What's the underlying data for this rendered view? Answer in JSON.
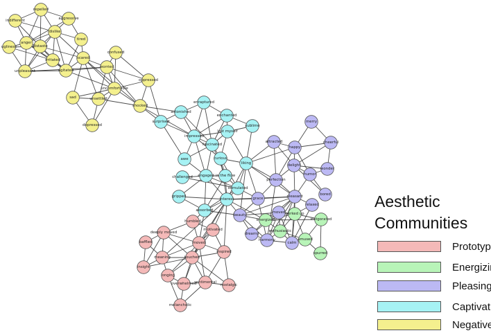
{
  "legend": {
    "title_line1": "Aesthetic",
    "title_line2": "Communities",
    "items": [
      {
        "label": "Prototypical",
        "color": "#f4b9b8"
      },
      {
        "label": "Energizing",
        "color": "#b8f4b8"
      },
      {
        "label": "Pleasing",
        "color": "#bcb9f4"
      },
      {
        "label": "Captivation",
        "color": "#a6f2f4"
      },
      {
        "label": "Negative",
        "color": "#f4f08e"
      }
    ]
  },
  "colors": {
    "Prototypical": "#f4b9b8",
    "Energizing": "#b8f4b8",
    "Pleasing": "#bcb9f4",
    "Captivation": "#a6f2f4",
    "Negative": "#f4f08e",
    "edge": "#2b2b2b"
  },
  "nodes": [
    {
      "id": "repelled",
      "label": "repelled",
      "community": "Negative"
    },
    {
      "id": "aggressive",
      "label": "aggressive",
      "community": "Negative"
    },
    {
      "id": "indifferent",
      "label": "indifferent",
      "community": "Negative"
    },
    {
      "id": "dislike",
      "label": "dislike",
      "community": "Negative"
    },
    {
      "id": "tired",
      "label": "tired",
      "community": "Negative"
    },
    {
      "id": "ugliness",
      "label": "ugliness",
      "community": "Negative"
    },
    {
      "id": "anger",
      "label": "anger",
      "community": "Negative"
    },
    {
      "id": "distaste",
      "label": "distaste",
      "community": "Negative"
    },
    {
      "id": "irritated",
      "label": "irritated",
      "community": "Negative"
    },
    {
      "id": "scared",
      "label": "scared",
      "community": "Negative"
    },
    {
      "id": "unpleasant",
      "label": "unpleasant",
      "community": "Negative"
    },
    {
      "id": "agitated",
      "label": "agitated",
      "community": "Negative"
    },
    {
      "id": "confused",
      "label": "confused",
      "community": "Negative"
    },
    {
      "id": "worried",
      "label": "worried",
      "community": "Negative"
    },
    {
      "id": "oppressed",
      "label": "oppressed",
      "community": "Negative"
    },
    {
      "id": "uncomfortable",
      "label": "uncomfortable",
      "community": "Negative"
    },
    {
      "id": "sad",
      "label": "sad",
      "community": "Negative"
    },
    {
      "id": "unsettled",
      "label": "unsettled",
      "community": "Negative"
    },
    {
      "id": "shocked",
      "label": "shocked",
      "community": "Negative"
    },
    {
      "id": "depressed",
      "label": "depressed",
      "community": "Negative"
    },
    {
      "id": "enraptured",
      "label": "enraptured",
      "community": "Captivation"
    },
    {
      "id": "astonished",
      "label": "astonished",
      "community": "Captivation"
    },
    {
      "id": "enchanted",
      "label": "enchanted",
      "community": "Captivation"
    },
    {
      "id": "surprised",
      "label": "surprised",
      "community": "Captivation"
    },
    {
      "id": "lost_myself",
      "label": "lost myself",
      "community": "Captivation"
    },
    {
      "id": "sublime",
      "label": "sublime",
      "community": "Captivation"
    },
    {
      "id": "impressed",
      "label": "impressed",
      "community": "Captivation"
    },
    {
      "id": "fascinated",
      "label": "fascinated",
      "community": "Captivation"
    },
    {
      "id": "awe",
      "label": "awe",
      "community": "Captivation"
    },
    {
      "id": "curious",
      "label": "curious",
      "community": "Captivation"
    },
    {
      "id": "liking",
      "label": "liking",
      "community": "Captivation"
    },
    {
      "id": "challenged",
      "label": "challenged",
      "community": "Captivation"
    },
    {
      "id": "engaged",
      "label": "engaged",
      "community": "Captivation"
    },
    {
      "id": "in_the_flow",
      "label": "in the flow",
      "community": "Captivation"
    },
    {
      "id": "stimulated",
      "label": "stimulated",
      "community": "Captivation"
    },
    {
      "id": "gripped",
      "label": "gripped",
      "community": "Captivation"
    },
    {
      "id": "absorbed",
      "label": "absorbed",
      "community": "Captivation"
    },
    {
      "id": "interest",
      "label": "interest",
      "community": "Captivation"
    },
    {
      "id": "merry",
      "label": "merry",
      "community": "Pleasing"
    },
    {
      "id": "attracted",
      "label": "attracted",
      "community": "Pleasing"
    },
    {
      "id": "cheerful",
      "label": "cheerful",
      "community": "Pleasing"
    },
    {
      "id": "happy",
      "label": "happy",
      "community": "Pleasing"
    },
    {
      "id": "delight",
      "label": "delight",
      "community": "Pleasing"
    },
    {
      "id": "wonder",
      "label": "wonder",
      "community": "Pleasing"
    },
    {
      "id": "humor",
      "label": "humor",
      "community": "Pleasing"
    },
    {
      "id": "perfection",
      "label": "perfection",
      "community": "Pleasing"
    },
    {
      "id": "bored",
      "label": "bored",
      "community": "Pleasing"
    },
    {
      "id": "pleasant",
      "label": "pleasant",
      "community": "Pleasing"
    },
    {
      "id": "grace",
      "label": "grace",
      "community": "Pleasing"
    },
    {
      "id": "relaxed",
      "label": "relaxed",
      "community": "Pleasing"
    },
    {
      "id": "beauty",
      "label": "beauty",
      "community": "Pleasing"
    },
    {
      "id": "moved2",
      "label": "moved",
      "community": "Pleasing"
    },
    {
      "id": "dreamy",
      "label": "dreamy",
      "community": "Pleasing"
    },
    {
      "id": "harmony",
      "label": "harmony",
      "community": "Pleasing"
    },
    {
      "id": "calm",
      "label": "calm",
      "community": "Pleasing"
    },
    {
      "id": "energized",
      "label": "energized",
      "community": "Energizing"
    },
    {
      "id": "perked_up",
      "label": "perked up",
      "community": "Energizing"
    },
    {
      "id": "invigorated",
      "label": "invigorated",
      "community": "Energizing"
    },
    {
      "id": "enthusiastic",
      "label": "enthusiastic",
      "community": "Energizing"
    },
    {
      "id": "amused",
      "label": "amused",
      "community": "Energizing"
    },
    {
      "id": "spurred",
      "label": "spurred",
      "community": "Energizing"
    },
    {
      "id": "humbled",
      "label": "humbled",
      "community": "Prototypical"
    },
    {
      "id": "deeply_moved",
      "label": "deeply moved",
      "community": "Prototypical"
    },
    {
      "id": "motivated",
      "label": "motivated",
      "community": "Prototypical"
    },
    {
      "id": "baffled",
      "label": "baffled",
      "community": "Prototypical"
    },
    {
      "id": "moved",
      "label": "moved",
      "community": "Prototypical"
    },
    {
      "id": "meaning",
      "label": "meaning",
      "community": "Prototypical"
    },
    {
      "id": "inspired",
      "label": "inspired",
      "community": "Prototypical"
    },
    {
      "id": "insight",
      "label": "insight",
      "community": "Prototypical"
    },
    {
      "id": "touched",
      "label": "touched",
      "community": "Prototypical"
    },
    {
      "id": "longing",
      "label": "longing",
      "community": "Prototypical"
    },
    {
      "id": "overwhelmed",
      "label": "overwhelmed",
      "community": "Prototypical"
    },
    {
      "id": "sentimental",
      "label": "sentimental",
      "community": "Prototypical"
    },
    {
      "id": "nostalgic",
      "label": "nostalgic",
      "community": "Prototypical"
    },
    {
      "id": "melancholic",
      "label": "melancholic",
      "community": "Prototypical"
    }
  ],
  "edges": [
    [
      "repelled",
      "aggressive"
    ],
    [
      "repelled",
      "indifferent"
    ],
    [
      "repelled",
      "dislike"
    ],
    [
      "repelled",
      "distaste"
    ],
    [
      "repelled",
      "anger"
    ],
    [
      "aggressive",
      "dislike"
    ],
    [
      "aggressive",
      "anger"
    ],
    [
      "aggressive",
      "tired"
    ],
    [
      "indifferent",
      "dislike"
    ],
    [
      "indifferent",
      "distaste"
    ],
    [
      "indifferent",
      "anger"
    ],
    [
      "dislike",
      "distaste"
    ],
    [
      "dislike",
      "tired"
    ],
    [
      "dislike",
      "irritated"
    ],
    [
      "dislike",
      "scared"
    ],
    [
      "dislike",
      "agitated"
    ],
    [
      "dislike",
      "anger"
    ],
    [
      "dislike",
      "unpleasant"
    ],
    [
      "tired",
      "agitated"
    ],
    [
      "tired",
      "scared"
    ],
    [
      "ugliness",
      "anger"
    ],
    [
      "ugliness",
      "distaste"
    ],
    [
      "ugliness",
      "unpleasant"
    ],
    [
      "ugliness",
      "irritated"
    ],
    [
      "anger",
      "distaste"
    ],
    [
      "anger",
      "irritated"
    ],
    [
      "anger",
      "agitated"
    ],
    [
      "anger",
      "unpleasant"
    ],
    [
      "distaste",
      "irritated"
    ],
    [
      "distaste",
      "agitated"
    ],
    [
      "distaste",
      "unpleasant"
    ],
    [
      "distaste",
      "scared"
    ],
    [
      "irritated",
      "agitated"
    ],
    [
      "irritated",
      "unpleasant"
    ],
    [
      "unpleasant",
      "agitated"
    ],
    [
      "unpleasant",
      "worried"
    ],
    [
      "scared",
      "agitated"
    ],
    [
      "scared",
      "worried"
    ],
    [
      "scared",
      "unsettled"
    ],
    [
      "scared",
      "uncomfortable"
    ],
    [
      "scared",
      "shocked"
    ],
    [
      "scared",
      "sad"
    ],
    [
      "agitated",
      "worried"
    ],
    [
      "agitated",
      "uncomfortable"
    ],
    [
      "worried",
      "confused"
    ],
    [
      "worried",
      "uncomfortable"
    ],
    [
      "worried",
      "oppressed"
    ],
    [
      "worried",
      "shocked"
    ],
    [
      "worried",
      "unsettled"
    ],
    [
      "confused",
      "oppressed"
    ],
    [
      "confused",
      "uncomfortable"
    ],
    [
      "oppressed",
      "uncomfortable"
    ],
    [
      "oppressed",
      "shocked"
    ],
    [
      "oppressed",
      "surprised"
    ],
    [
      "uncomfortable",
      "sad"
    ],
    [
      "uncomfortable",
      "unsettled"
    ],
    [
      "uncomfortable",
      "shocked"
    ],
    [
      "uncomfortable",
      "depressed"
    ],
    [
      "sad",
      "unsettled"
    ],
    [
      "sad",
      "depressed"
    ],
    [
      "unsettled",
      "shocked"
    ],
    [
      "unsettled",
      "depressed"
    ],
    [
      "shocked",
      "surprised"
    ],
    [
      "shocked",
      "astonished"
    ],
    [
      "shocked",
      "impressed"
    ],
    [
      "enraptured",
      "astonished"
    ],
    [
      "enraptured",
      "impressed"
    ],
    [
      "enraptured",
      "enchanted"
    ],
    [
      "enraptured",
      "fascinated"
    ],
    [
      "astonished",
      "surprised"
    ],
    [
      "astonished",
      "impressed"
    ],
    [
      "astonished",
      "fascinated"
    ],
    [
      "enchanted",
      "lost_myself"
    ],
    [
      "enchanted",
      "sublime"
    ],
    [
      "enchanted",
      "fascinated"
    ],
    [
      "enchanted",
      "impressed"
    ],
    [
      "surprised",
      "impressed"
    ],
    [
      "surprised",
      "awe"
    ],
    [
      "lost_myself",
      "sublime"
    ],
    [
      "lost_myself",
      "fascinated"
    ],
    [
      "lost_myself",
      "curious"
    ],
    [
      "lost_myself",
      "liking"
    ],
    [
      "lost_myself",
      "impressed"
    ],
    [
      "sublime",
      "liking"
    ],
    [
      "impressed",
      "fascinated"
    ],
    [
      "impressed",
      "awe"
    ],
    [
      "impressed",
      "engaged"
    ],
    [
      "impressed",
      "curious"
    ],
    [
      "fascinated",
      "curious"
    ],
    [
      "fascinated",
      "engaged"
    ],
    [
      "fascinated",
      "awe"
    ],
    [
      "fascinated",
      "in_the_flow"
    ],
    [
      "awe",
      "engaged"
    ],
    [
      "curious",
      "liking"
    ],
    [
      "curious",
      "in_the_flow"
    ],
    [
      "curious",
      "interest"
    ],
    [
      "curious",
      "stimulated"
    ],
    [
      "liking",
      "attracted"
    ],
    [
      "liking",
      "perfection"
    ],
    [
      "liking",
      "pleasant"
    ],
    [
      "liking",
      "interest"
    ],
    [
      "liking",
      "stimulated"
    ],
    [
      "liking",
      "happy"
    ],
    [
      "liking",
      "grace"
    ],
    [
      "liking",
      "beauty"
    ],
    [
      "challenged",
      "engaged"
    ],
    [
      "challenged",
      "stimulated"
    ],
    [
      "engaged",
      "in_the_flow"
    ],
    [
      "engaged",
      "stimulated"
    ],
    [
      "engaged",
      "interest"
    ],
    [
      "engaged",
      "absorbed"
    ],
    [
      "engaged",
      "gripped"
    ],
    [
      "in_the_flow",
      "stimulated"
    ],
    [
      "in_the_flow",
      "interest"
    ],
    [
      "in_the_flow",
      "absorbed"
    ],
    [
      "stimulated",
      "interest"
    ],
    [
      "stimulated",
      "absorbed"
    ],
    [
      "stimulated",
      "grace"
    ],
    [
      "gripped",
      "interest"
    ],
    [
      "gripped",
      "absorbed"
    ],
    [
      "absorbed",
      "interest"
    ],
    [
      "absorbed",
      "moved"
    ],
    [
      "absorbed",
      "humbled"
    ],
    [
      "absorbed",
      "beauty"
    ],
    [
      "interest",
      "grace"
    ],
    [
      "interest",
      "beauty"
    ],
    [
      "interest",
      "motivated"
    ],
    [
      "interest",
      "moved"
    ],
    [
      "interest",
      "inspired"
    ],
    [
      "interest",
      "touched"
    ],
    [
      "interest",
      "pleasant"
    ],
    [
      "interest",
      "energized"
    ],
    [
      "interest",
      "meaning"
    ],
    [
      "merry",
      "happy"
    ],
    [
      "merry",
      "cheerful"
    ],
    [
      "attracted",
      "happy"
    ],
    [
      "attracted",
      "delight"
    ],
    [
      "attracted",
      "perfection"
    ],
    [
      "cheerful",
      "happy"
    ],
    [
      "cheerful",
      "delight"
    ],
    [
      "cheerful",
      "wonder"
    ],
    [
      "happy",
      "delight"
    ],
    [
      "happy",
      "humor"
    ],
    [
      "happy",
      "perfection"
    ],
    [
      "delight",
      "humor"
    ],
    [
      "delight",
      "wonder"
    ],
    [
      "delight",
      "perfection"
    ],
    [
      "delight",
      "pleasant"
    ],
    [
      "delight",
      "bored"
    ],
    [
      "wonder",
      "humor"
    ],
    [
      "humor",
      "bored"
    ],
    [
      "humor",
      "pleasant"
    ],
    [
      "perfection",
      "pleasant"
    ],
    [
      "perfection",
      "grace"
    ],
    [
      "perfection",
      "harmony"
    ],
    [
      "pleasant",
      "grace"
    ],
    [
      "pleasant",
      "relaxed"
    ],
    [
      "pleasant",
      "moved2"
    ],
    [
      "pleasant",
      "perked_up"
    ],
    [
      "pleasant",
      "calm"
    ],
    [
      "pleasant",
      "harmony"
    ],
    [
      "pleasant",
      "beauty"
    ],
    [
      "pleasant",
      "energized"
    ],
    [
      "pleasant",
      "enthusiastic"
    ],
    [
      "relaxed",
      "perked_up"
    ],
    [
      "relaxed",
      "calm"
    ],
    [
      "grace",
      "beauty"
    ],
    [
      "grace",
      "harmony"
    ],
    [
      "beauty",
      "moved2"
    ],
    [
      "beauty",
      "dreamy"
    ],
    [
      "beauty",
      "harmony"
    ],
    [
      "beauty",
      "energized"
    ],
    [
      "moved2",
      "harmony"
    ],
    [
      "moved2",
      "energized"
    ],
    [
      "moved2",
      "enthusiastic"
    ],
    [
      "moved2",
      "calm"
    ],
    [
      "moved2",
      "perked_up"
    ],
    [
      "moved2",
      "dreamy"
    ],
    [
      "dreamy",
      "harmony"
    ],
    [
      "dreamy",
      "energized"
    ],
    [
      "harmony",
      "calm"
    ],
    [
      "harmony",
      "enthusiastic"
    ],
    [
      "calm",
      "amused"
    ],
    [
      "calm",
      "enthusiastic"
    ],
    [
      "calm",
      "perked_up"
    ],
    [
      "energized",
      "perked_up"
    ],
    [
      "energized",
      "enthusiastic"
    ],
    [
      "energized",
      "invigorated"
    ],
    [
      "perked_up",
      "invigorated"
    ],
    [
      "perked_up",
      "enthusiastic"
    ],
    [
      "perked_up",
      "amused"
    ],
    [
      "invigorated",
      "amused"
    ],
    [
      "invigorated",
      "spurred"
    ],
    [
      "enthusiastic",
      "amused"
    ],
    [
      "amused",
      "spurred"
    ],
    [
      "humbled",
      "deeply_moved"
    ],
    [
      "humbled",
      "moved"
    ],
    [
      "humbled",
      "motivated"
    ],
    [
      "deeply_moved",
      "moved"
    ],
    [
      "deeply_moved",
      "meaning"
    ],
    [
      "deeply_moved",
      "touched"
    ],
    [
      "deeply_moved",
      "baffled"
    ],
    [
      "deeply_moved",
      "insight"
    ],
    [
      "motivated",
      "moved"
    ],
    [
      "motivated",
      "inspired"
    ],
    [
      "motivated",
      "touched"
    ],
    [
      "baffled",
      "insight"
    ],
    [
      "baffled",
      "meaning"
    ],
    [
      "moved",
      "touched"
    ],
    [
      "moved",
      "meaning"
    ],
    [
      "moved",
      "inspired"
    ],
    [
      "moved",
      "sentimental"
    ],
    [
      "moved",
      "longing"
    ],
    [
      "moved",
      "overwhelmed"
    ],
    [
      "meaning",
      "insight"
    ],
    [
      "meaning",
      "touched"
    ],
    [
      "meaning",
      "longing"
    ],
    [
      "inspired",
      "touched"
    ],
    [
      "inspired",
      "nostalgic"
    ],
    [
      "inspired",
      "sentimental"
    ],
    [
      "insight",
      "touched"
    ],
    [
      "touched",
      "longing"
    ],
    [
      "touched",
      "overwhelmed"
    ],
    [
      "touched",
      "sentimental"
    ],
    [
      "touched",
      "nostalgic"
    ],
    [
      "longing",
      "overwhelmed"
    ],
    [
      "longing",
      "melancholic"
    ],
    [
      "overwhelmed",
      "sentimental"
    ],
    [
      "overwhelmed",
      "melancholic"
    ],
    [
      "sentimental",
      "nostalgic"
    ],
    [
      "sentimental",
      "melancholic"
    ]
  ]
}
